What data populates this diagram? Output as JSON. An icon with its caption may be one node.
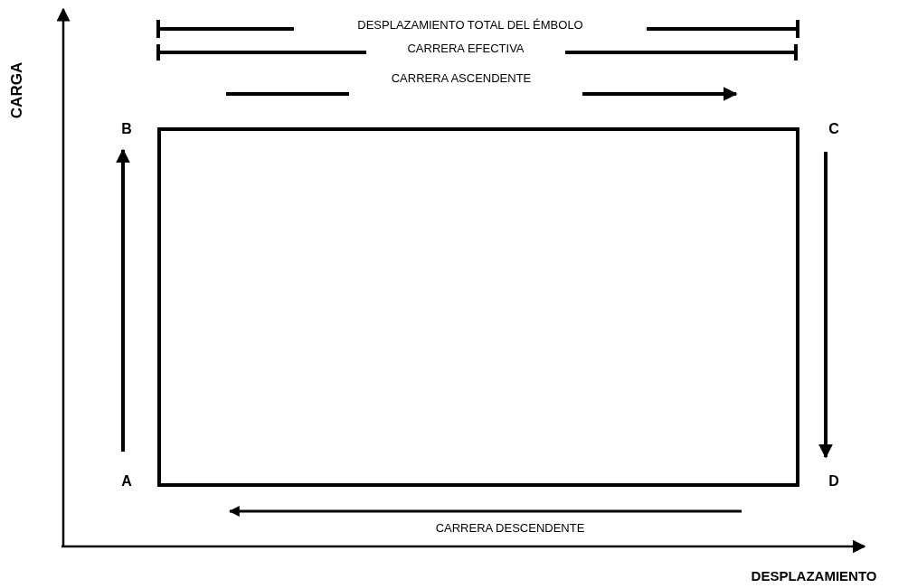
{
  "diagram": {
    "labels": [
      "CARGA",
      "DESPLAZAMIENTO TOTAL DEL ÉMBOLO",
      "CARRERA EFECTIVA",
      "CARRERA ASCENDENTE",
      "B",
      "C",
      "A",
      "D",
      "CARRERA DESCENDENTE",
      "DESPLAZAMIENTO"
    ]
  }
}
